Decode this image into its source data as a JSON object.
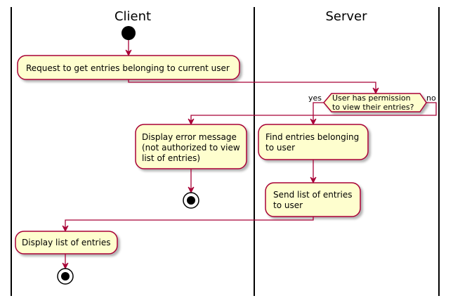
{
  "lanes": {
    "client": "Client",
    "server": "Server"
  },
  "activities": {
    "request": "Request to get entries belonging to current user",
    "error_line1": "Display error message",
    "error_line2": "(not authorized to view",
    "error_line3": "list of entries)",
    "find_line1": "Find entries belonging",
    "find_line2": "to user",
    "send_line1": "Send list of entries",
    "send_line2": "to user",
    "display": "Display list of entries"
  },
  "decision": {
    "line1": "User has permission",
    "line2": "to view their entries?",
    "yes_label": "yes",
    "no_label": "no"
  },
  "colors": {
    "activity_fill": "#FEFECE",
    "activity_border": "#A80036",
    "arrow": "#A80036"
  }
}
